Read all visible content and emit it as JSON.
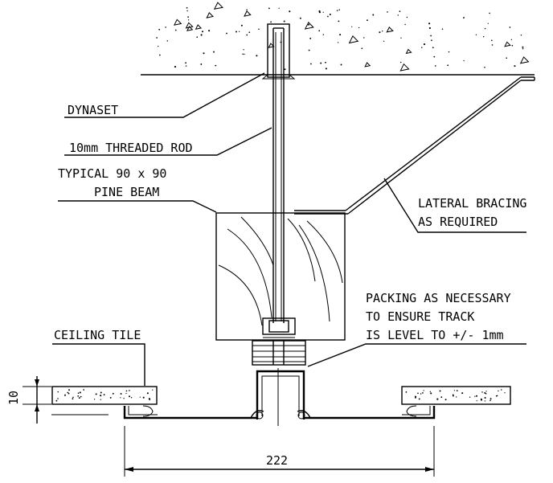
{
  "labels": {
    "dynaset": "DYNASET",
    "threaded_rod": "10mm THREADED ROD",
    "pine_beam_line1": "TYPICAL 90 x 90",
    "pine_beam_line2": "PINE BEAM",
    "bracing_line1": "LATERAL BRACING",
    "bracing_line2": "AS REQUIRED",
    "packing_line1": "PACKING AS NECESSARY",
    "packing_line2": "TO ENSURE TRACK",
    "packing_line3": "IS LEVEL TO +/- 1mm",
    "ceiling_tile": "CEILING TILE"
  },
  "dimensions": {
    "tile_thickness": "10",
    "track_width": "222"
  }
}
